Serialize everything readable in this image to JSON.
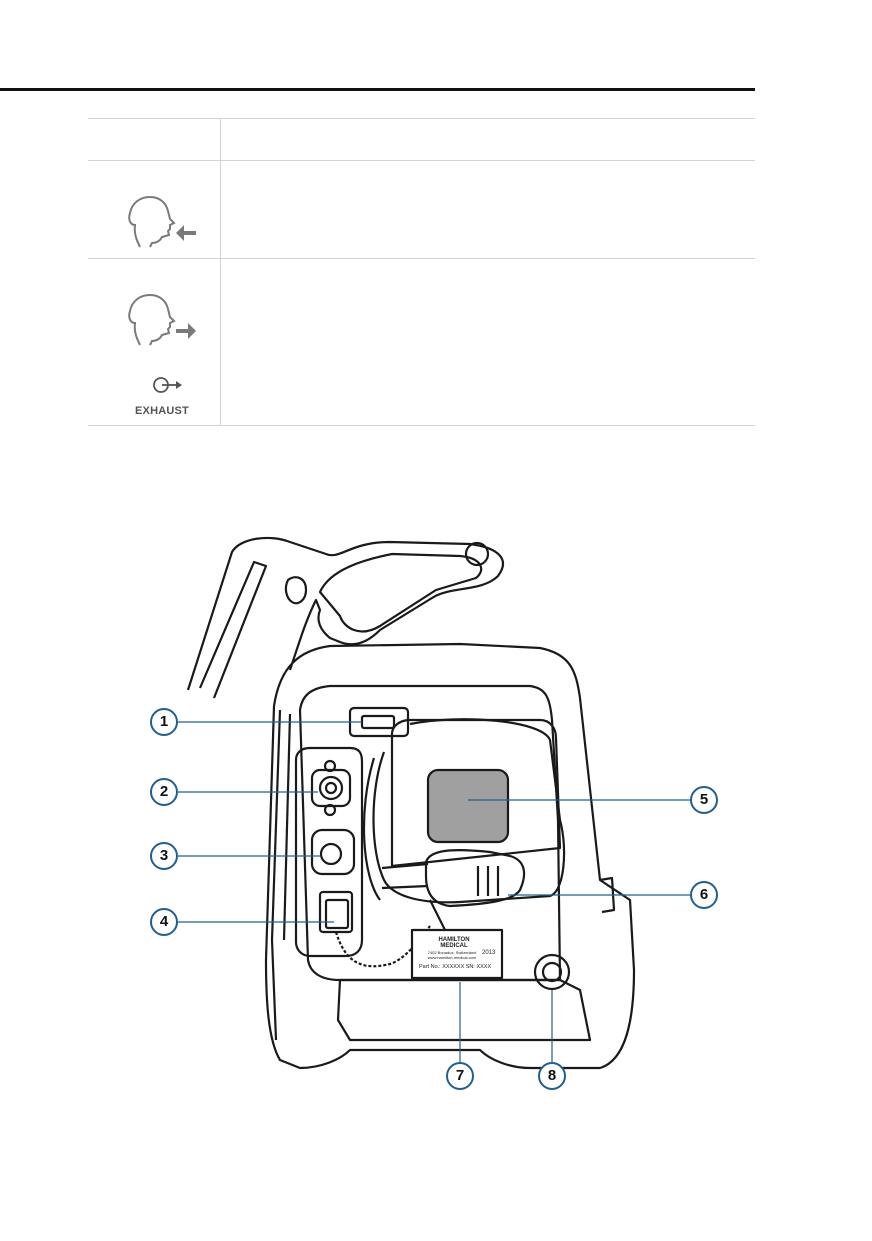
{
  "symbols_table": {
    "rows": [
      {
        "icon": "blank",
        "description": ""
      },
      {
        "icon": "patient-inspiratory-icon",
        "description": ""
      },
      {
        "icon": "patient-expiratory-icon",
        "description": "",
        "sub_label": "EXHAUST",
        "sub_icon": "exhaust-port-icon"
      }
    ]
  },
  "figure": {
    "callouts": [
      "1",
      "2",
      "3",
      "4",
      "5",
      "6",
      "7",
      "8"
    ],
    "label_plate": {
      "brand": "HAMILTON MEDICAL",
      "address": "7402 Bonaduz, Switzerland www.hamilton-medical.com",
      "year": "2013",
      "part_line": "Part No.: XXXXXX   SN: XXXX"
    }
  },
  "colors": {
    "callout_stroke": "#1f5f93",
    "device_line": "#1a1a1a",
    "icon_gray": "#7a7a7a"
  }
}
